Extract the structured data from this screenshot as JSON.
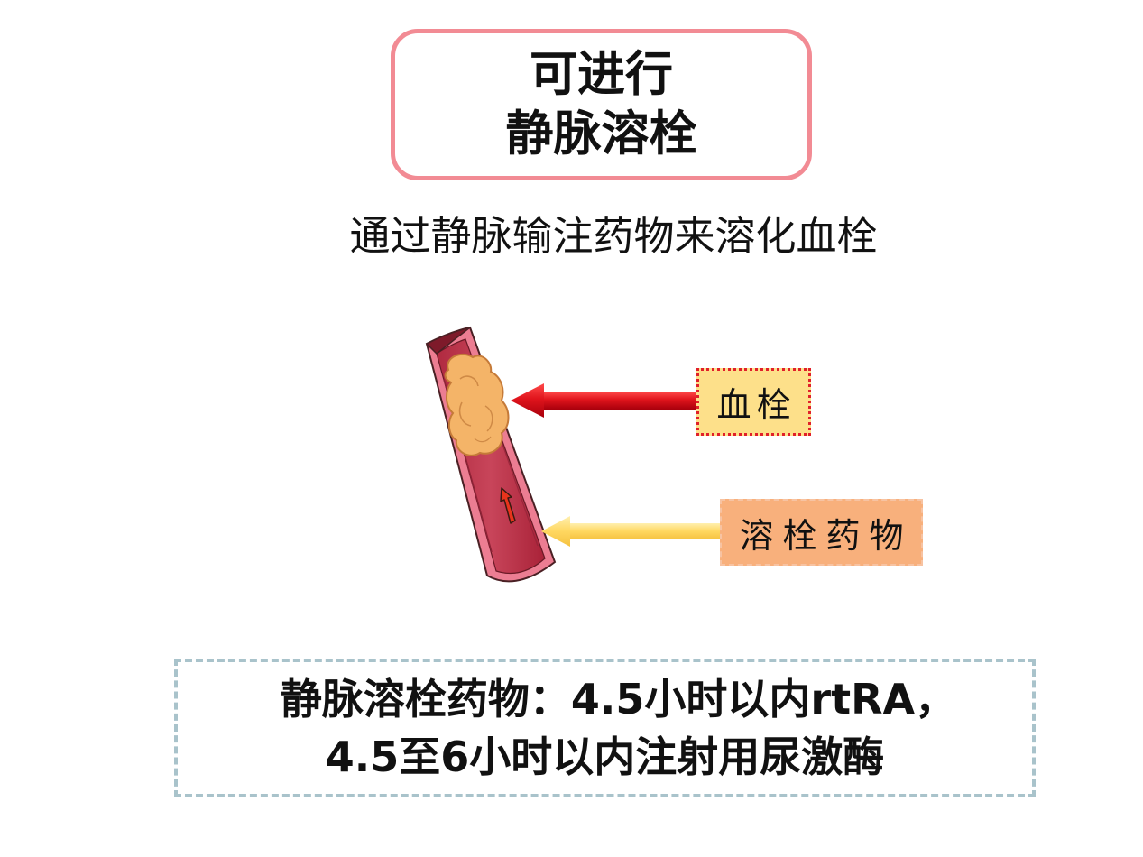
{
  "title": {
    "line1": "可进行",
    "line2": "静脉溶栓"
  },
  "subtitle": "通过静脉输注药物来溶化血栓",
  "labels": {
    "clot": "血栓",
    "drug": "溶栓药物"
  },
  "note": {
    "line1": "静脉溶栓药物：4.5小时以内rtRA，",
    "line2": "4.5至6小时以内注射用尿激酶"
  },
  "colors": {
    "bg": "#ffffff",
    "title-border": "#f28b94",
    "clot-label-bg": "#fde08a",
    "clot-label-border": "#e0202a",
    "drug-label-bg": "#f8b07c",
    "drug-label-border": "#f7c3a2",
    "note-border": "#a9c3cb"
  },
  "icons": {
    "clot_arrow": "red-left-arrow",
    "drug_arrow": "yellow-left-arrow",
    "flow_arrow": "small-red-up-arrow"
  }
}
